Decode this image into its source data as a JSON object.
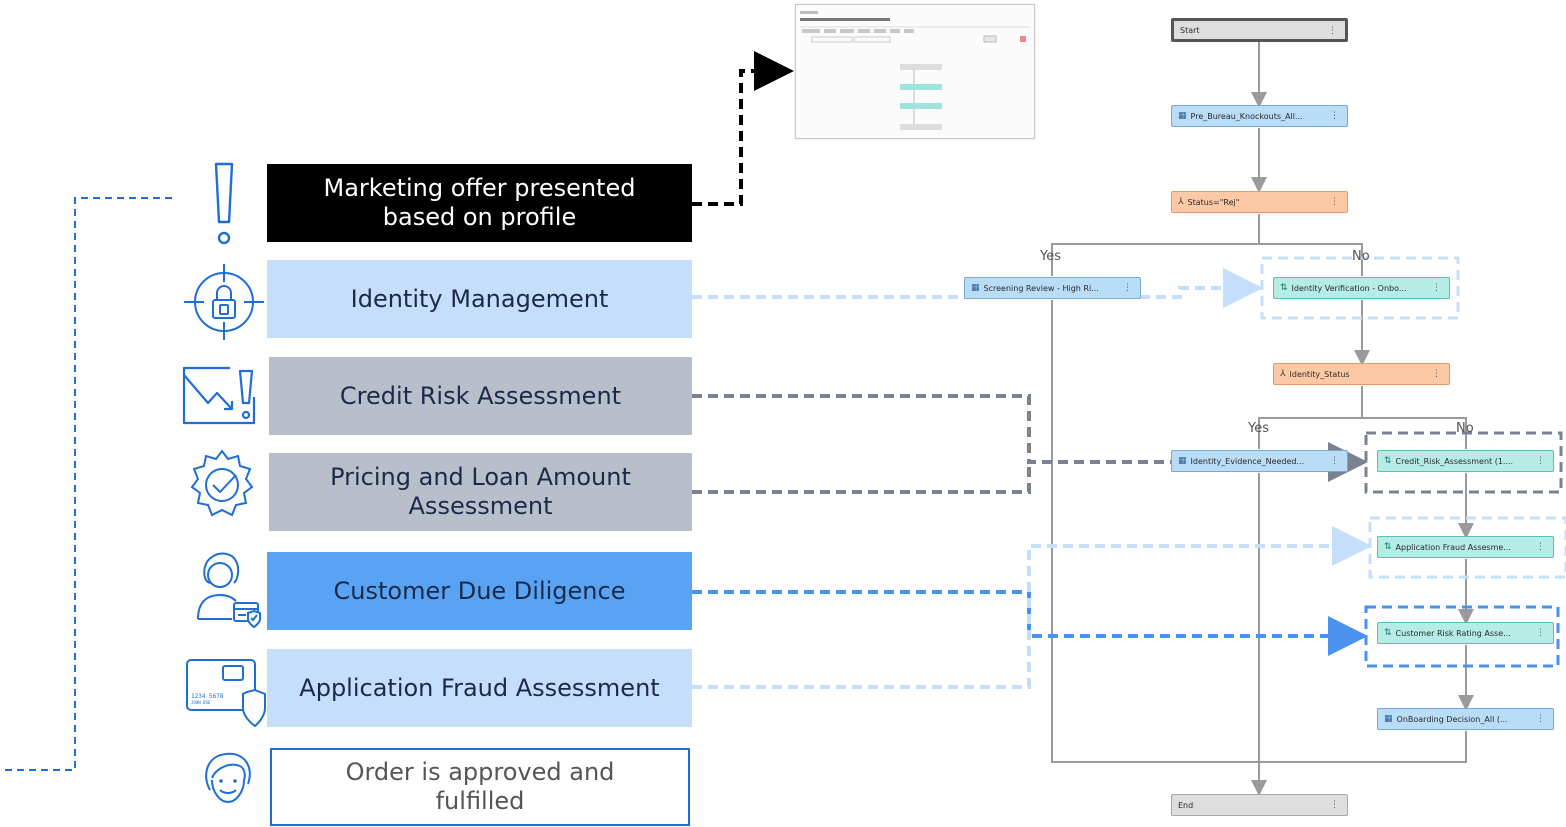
{
  "stages": [
    {
      "id": "marketing",
      "label": "Marketing offer presented based on profile",
      "bg": "#000000",
      "fg": "#ffffff",
      "icon": "exclamation-icon"
    },
    {
      "id": "identity",
      "label": "Identity Management",
      "bg": "#c5defa",
      "fg": "#1c2a4a",
      "icon": "target-lock-icon"
    },
    {
      "id": "credit",
      "label": "Credit Risk Assessment",
      "bg": "#b8bfca",
      "fg": "#1c2a4a",
      "icon": "envelope-alert-icon"
    },
    {
      "id": "pricing",
      "label": "Pricing and Loan Amount Assessment",
      "bg": "#b8bfca",
      "fg": "#1c2a4a",
      "icon": "badge-check-icon"
    },
    {
      "id": "cdd",
      "label": "Customer Due Diligence",
      "bg": "#59a3f5",
      "fg": "#1c2a4a",
      "icon": "person-card-icon"
    },
    {
      "id": "fraud",
      "label": "Application Fraud Assessment",
      "bg": "#c5defa",
      "fg": "#1c2a4a",
      "icon": "credit-card-shield-icon"
    },
    {
      "id": "approved",
      "label": "Order is approved and fulfilled",
      "bg": "#ffffff",
      "fg": "#555555",
      "icon": "smiling-person-icon"
    }
  ],
  "card_text": "1234 5678",
  "card_name": "JOHN DOE",
  "flow": {
    "nodes": [
      {
        "id": "start",
        "label": "Start",
        "type": "gray"
      },
      {
        "id": "prebureau",
        "label": "Pre_Bureau_Knockouts_All...",
        "type": "blue"
      },
      {
        "id": "status",
        "label": "Status=\"Rej\"",
        "type": "orange"
      },
      {
        "id": "screening",
        "label": "Screening Review - High Ri...",
        "type": "blue"
      },
      {
        "id": "idverify",
        "label": "Identity Verification - Onbo...",
        "type": "teal"
      },
      {
        "id": "idstatus",
        "label": "Identity_Status",
        "type": "orange"
      },
      {
        "id": "idevidence",
        "label": "Identity_Evidence_Needed...",
        "type": "blue"
      },
      {
        "id": "creditrisk",
        "label": "Credit_Risk_Assessment (1....",
        "type": "teal"
      },
      {
        "id": "appfraud",
        "label": "Application Fraud Assesme...",
        "type": "teal"
      },
      {
        "id": "custrisk",
        "label": "Customer Risk Rating Asse...",
        "type": "teal"
      },
      {
        "id": "onboarding",
        "label": "OnBoarding Decision_All (...",
        "type": "blue"
      },
      {
        "id": "end",
        "label": "End",
        "type": "gray"
      }
    ],
    "branch_labels": {
      "yes1": "Yes",
      "no1": "No",
      "yes2": "Yes",
      "no2": "No"
    }
  },
  "thumbnail": {
    "title": "Enterprise_Customer_Onboarding (1.0)"
  },
  "colors": {
    "icon_blue": "#1f6ed4",
    "dash_black": "#000000",
    "dash_light": "#c5defa",
    "dash_gray": "#7a8290",
    "dash_blue": "#4a92ee",
    "flow_line": "#9a9a9a"
  }
}
